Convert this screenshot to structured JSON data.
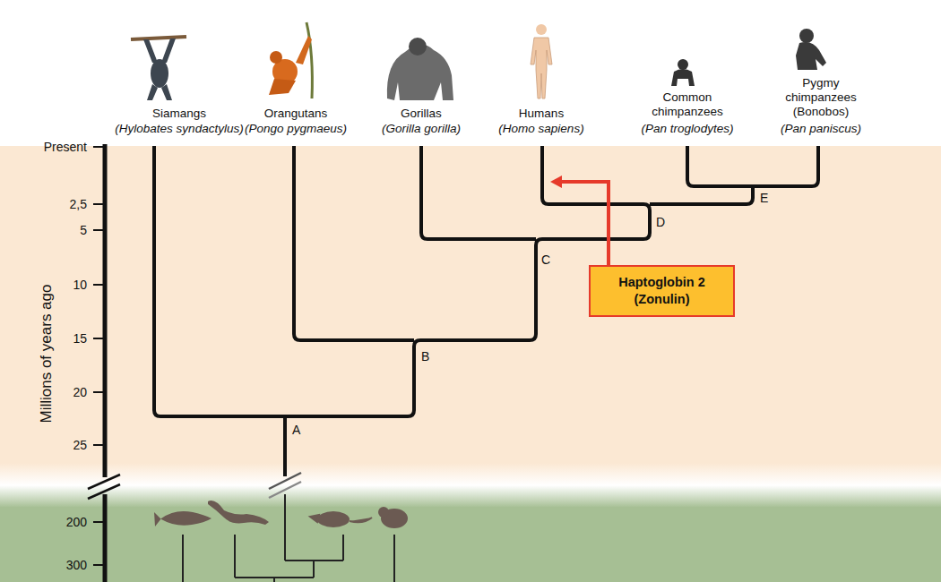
{
  "diagram": {
    "nodes": [
      {
        "text": [
          "Haptoglobin 2 (Zonulin)"
        ]
      }
    ],
    "labels": [
      "Siamangs",
      "(Hylobates syndactylus)",
      "Orangutans",
      "(Pongo pygmaeus)",
      "Gorillas",
      "(Gorilla gorilla)",
      "Humans",
      "(Homo sapiens)",
      "Common chimpanzees",
      "(Pan troglodytes)",
      "Pygmy chimpanzees",
      "(Bonobos)",
      "(Pan paniscus)",
      "Present",
      "2,5",
      "5",
      "10",
      "15",
      "20",
      "25",
      "200",
      "300",
      "Millions of years ago",
      "A",
      "B",
      "C",
      "D",
      "E"
    ]
  }
}
